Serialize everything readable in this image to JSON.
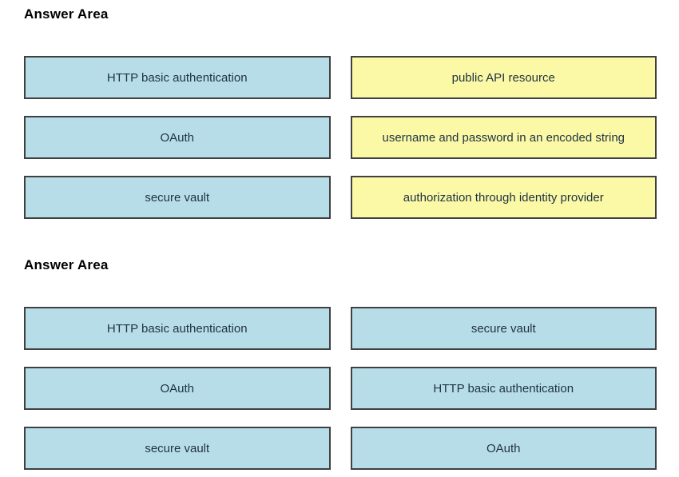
{
  "colors": {
    "option_fill": "#B7DEE8",
    "target_fill": "#FBF9A6",
    "box_border": "#404040",
    "box_text": "#1F3142",
    "title_text": "#000000"
  },
  "sections": [
    {
      "title": "Answer Area",
      "rows": [
        {
          "left": {
            "label": "HTTP basic authentication",
            "color": "blue"
          },
          "right": {
            "label": "public API resource",
            "color": "yellow"
          }
        },
        {
          "left": {
            "label": "OAuth",
            "color": "blue"
          },
          "right": {
            "label": "username and password in an encoded string",
            "color": "yellow"
          }
        },
        {
          "left": {
            "label": "secure vault",
            "color": "blue"
          },
          "right": {
            "label": "authorization through identity provider",
            "color": "yellow"
          }
        }
      ]
    },
    {
      "title": "Answer Area",
      "rows": [
        {
          "left": {
            "label": "HTTP basic authentication",
            "color": "blue"
          },
          "right": {
            "label": "secure vault",
            "color": "blue"
          }
        },
        {
          "left": {
            "label": "OAuth",
            "color": "blue"
          },
          "right": {
            "label": "HTTP basic authentication",
            "color": "blue"
          }
        },
        {
          "left": {
            "label": "secure vault",
            "color": "blue"
          },
          "right": {
            "label": "OAuth",
            "color": "blue"
          }
        }
      ]
    }
  ]
}
